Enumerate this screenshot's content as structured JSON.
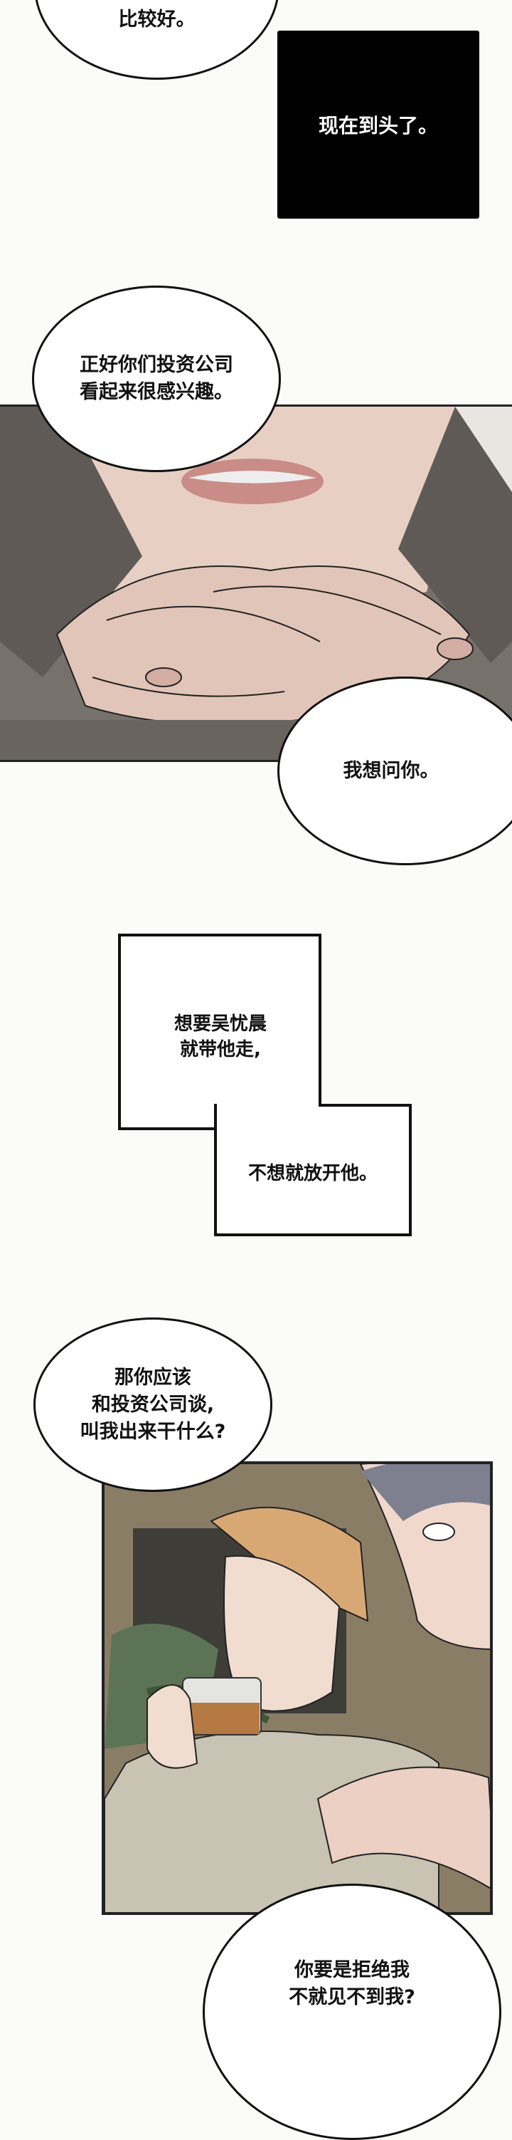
{
  "dialogue": {
    "bubble_top": "比较好。",
    "caption_black": "现在到头了。",
    "bubble_invest": "正好你们投资公司\n看起来很感兴趣。",
    "bubble_ask": "我想问你。",
    "caption_box_1": "想要吴忧晨\n就带他走,",
    "caption_box_2": "不想就放开他。",
    "bubble_why": "那你应该\n和投资公司谈,\n叫我出来干什么?",
    "bubble_refuse": "你要是拒绝我\n不就见不到我?"
  },
  "colors": {
    "caption_bg": "#000000",
    "bubble_border": "#111111",
    "panel1_suit": "#6e6862",
    "panel1_skin": "#e8cfc3",
    "panel2_bg": "#8a7d66"
  }
}
